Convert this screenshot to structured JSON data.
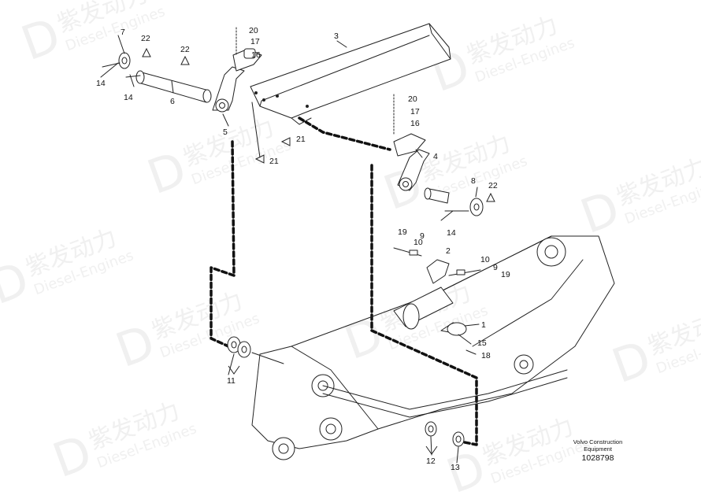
{
  "watermark": {
    "brand_cn": "紫发动力",
    "brand_en": "Diesel-Engines"
  },
  "callouts": {
    "c1": "1",
    "c2": "2",
    "c3": "3",
    "c4": "4",
    "c5": "5",
    "c6": "6",
    "c7": "7",
    "c8": "8",
    "c9a": "9",
    "c9b": "9",
    "c10a": "10",
    "c10b": "10",
    "c11": "11",
    "c12": "12",
    "c13": "13",
    "c14a": "14",
    "c14b": "14",
    "c14c": "14",
    "c15": "15",
    "c16a": "16",
    "c16b": "16",
    "c17a": "17",
    "c17b": "17",
    "c18": "18",
    "c19a": "19",
    "c19b": "19",
    "c20a": "20",
    "c20b": "20",
    "c21a": "21",
    "c21b": "21",
    "c22a": "22",
    "c22b": "22",
    "c22c": "22"
  },
  "footer": {
    "company_line1": "Volvo Construction",
    "company_line2": "Equipment",
    "part_number": "1028798"
  }
}
